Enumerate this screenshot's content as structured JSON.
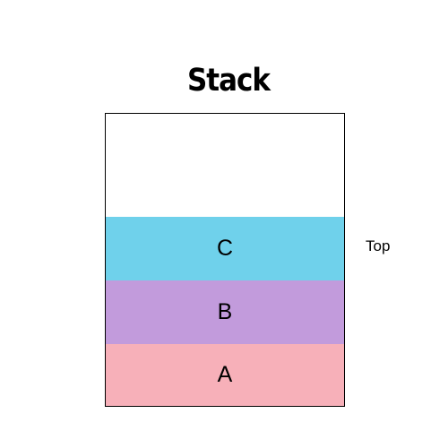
{
  "title": "Stack",
  "top_label": "Top",
  "items": [
    {
      "label": "C",
      "color": "#6fd1eb"
    },
    {
      "label": "B",
      "color": "#c29bdc"
    },
    {
      "label": "A",
      "color": "#f7b0b9"
    }
  ]
}
